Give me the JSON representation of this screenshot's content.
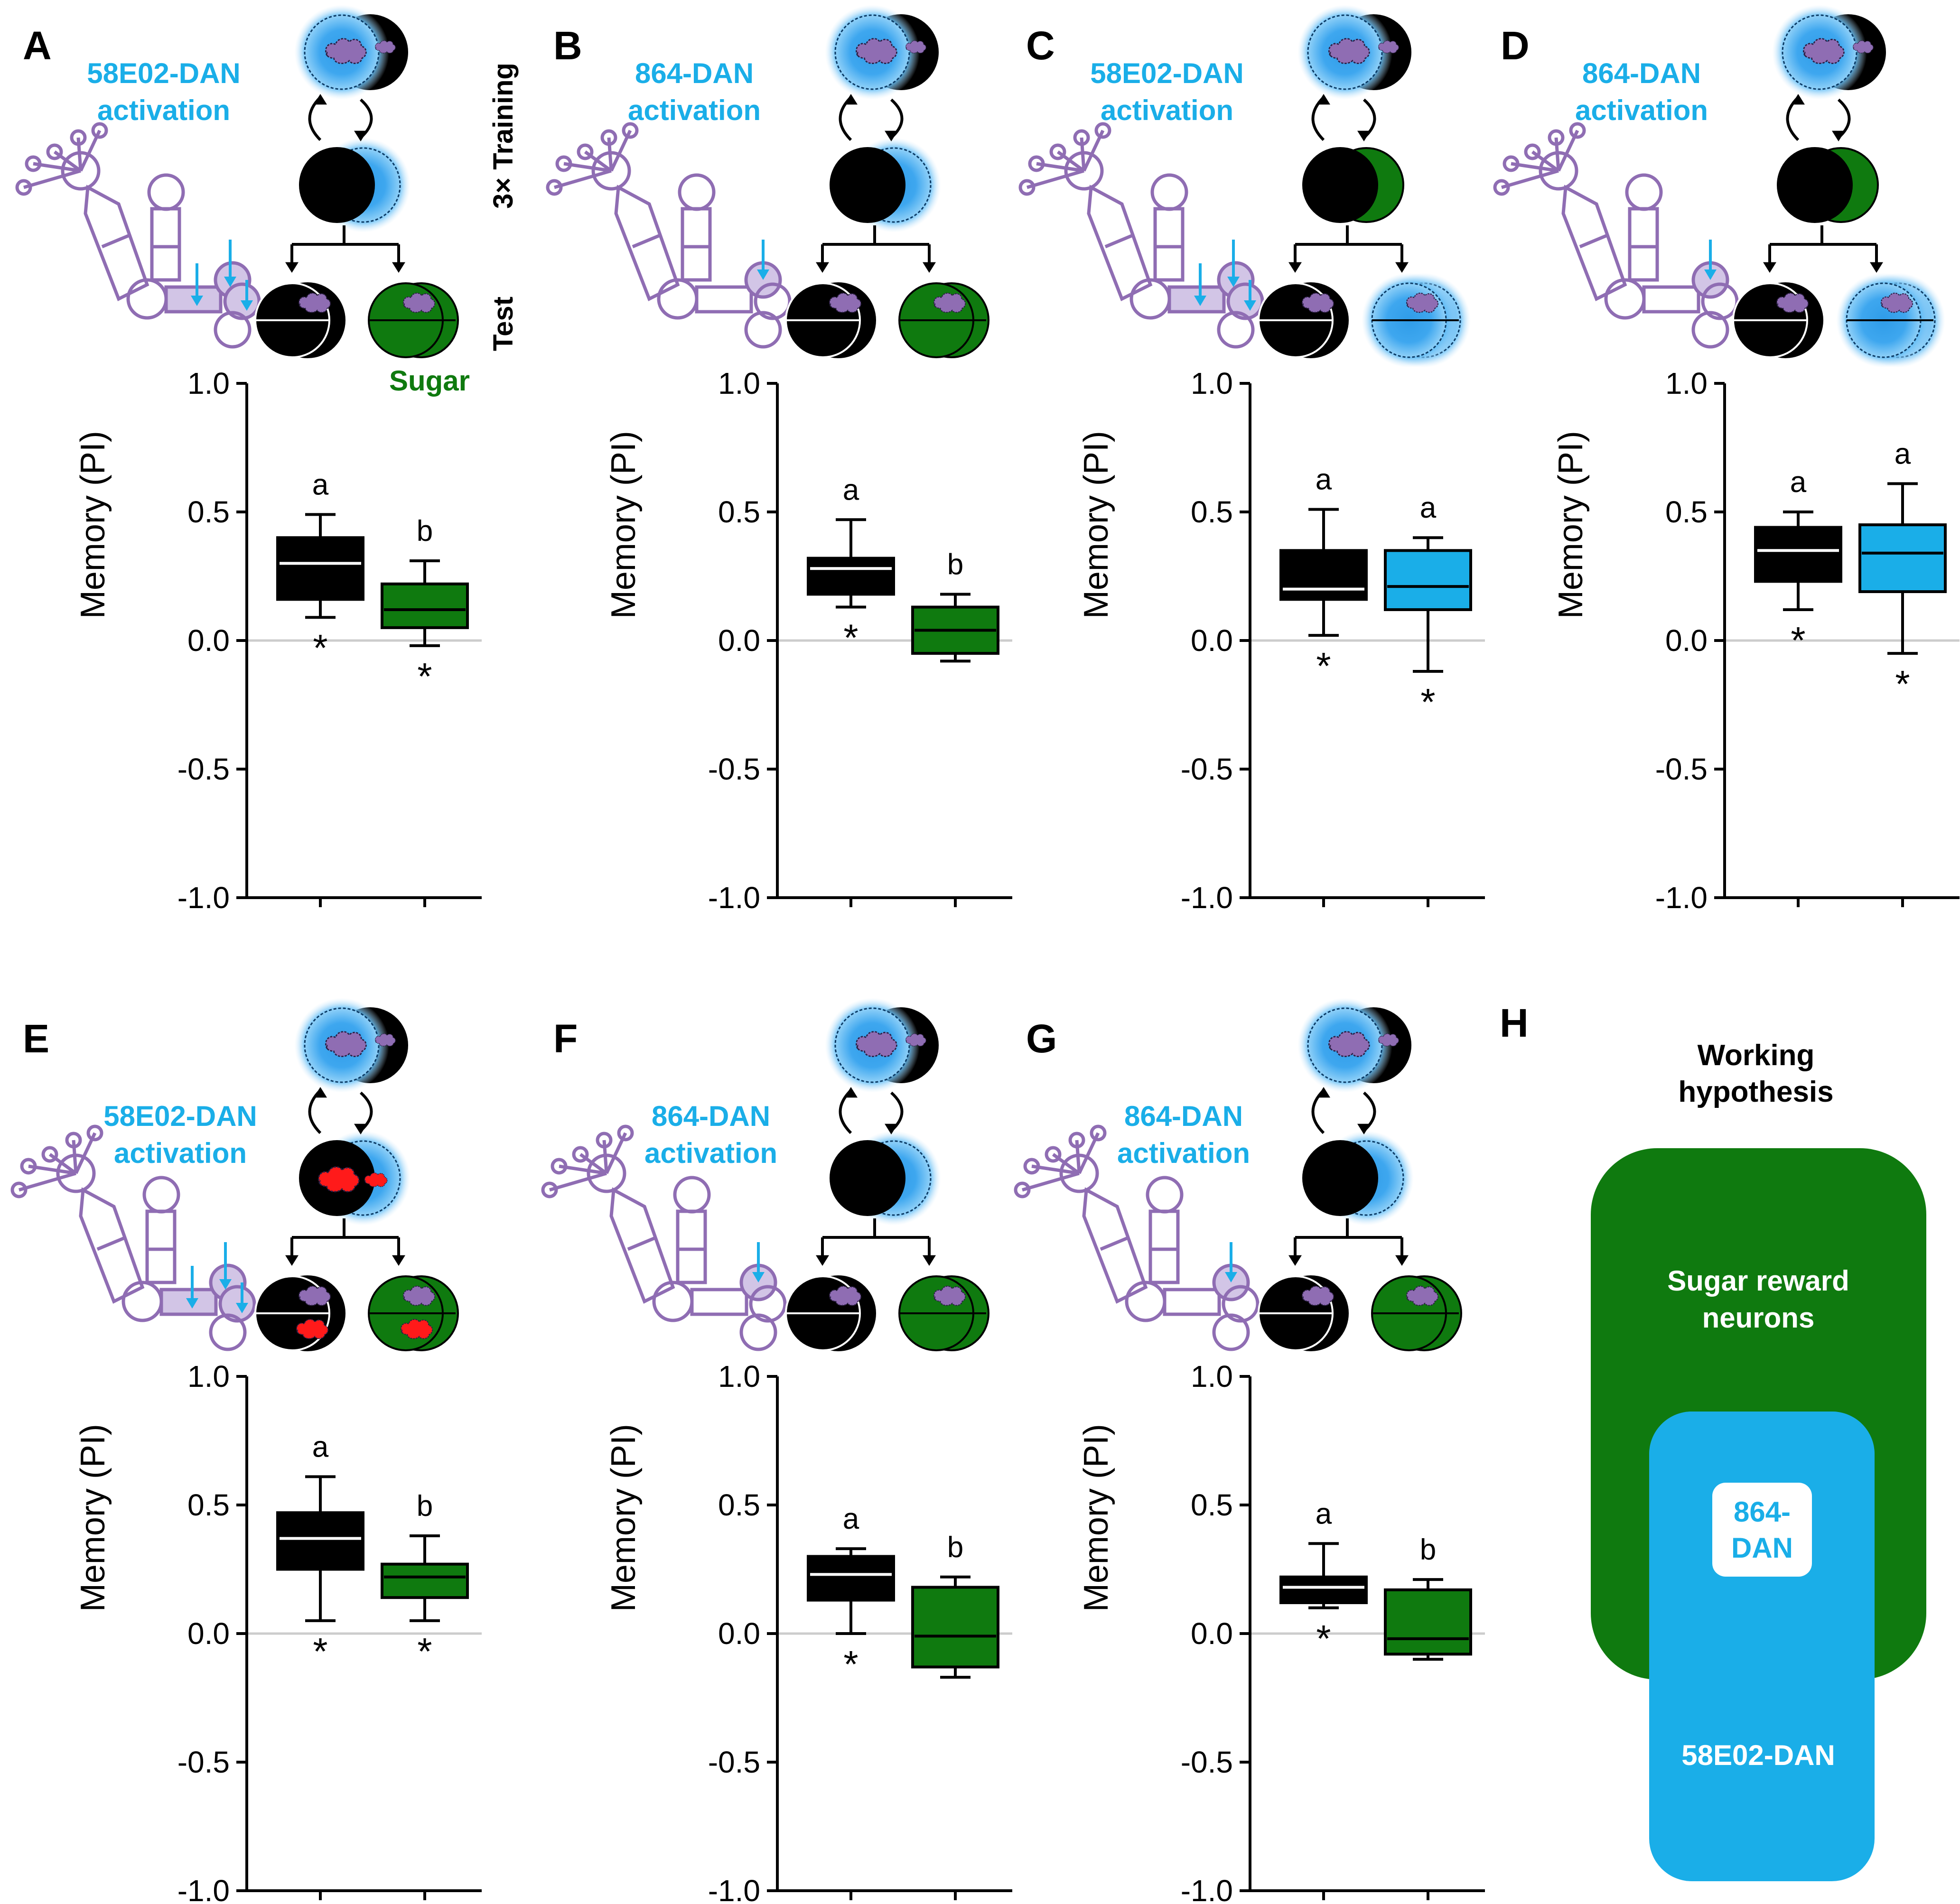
{
  "figure": {
    "training_label": "3× Training",
    "test_label": "Test",
    "sugar_label": "Sugar",
    "colors": {
      "green": "#0f7a0f",
      "blue": "#1aaee8",
      "black": "#000000",
      "purple": "#8f6db3",
      "red": "#ff1a1a",
      "glow": "#4fb8f5"
    }
  },
  "panels": [
    {
      "letter": "A",
      "title_line1": "58E02-DAN",
      "title_line2": "activation",
      "reinforcer": "green",
      "odor_b": "purple",
      "arrows": 3,
      "show_training_label": true,
      "show_sugar_label": true
    },
    {
      "letter": "B",
      "title_line1": "864-DAN",
      "title_line2": "activation",
      "reinforcer": "green",
      "odor_b": "purple",
      "arrows": 1
    },
    {
      "letter": "C",
      "title_line1": "58E02-DAN",
      "title_line2": "activation",
      "reinforcer": "blue",
      "odor_b": "purple",
      "arrows": 3
    },
    {
      "letter": "D",
      "title_line1": "864-DAN",
      "title_line2": "activation",
      "reinforcer": "blue",
      "odor_b": "purple",
      "arrows": 1
    },
    {
      "letter": "E",
      "title_line1": "58E02-DAN",
      "title_line2": "activation",
      "reinforcer": "green",
      "odor_b": "red",
      "arrows": 3
    },
    {
      "letter": "F",
      "title_line1": "864-DAN",
      "title_line2": "activation",
      "reinforcer": "green",
      "odor_b": "purple",
      "arrows": 1
    },
    {
      "letter": "G",
      "title_line1": "864-DAN",
      "title_line2": "activation",
      "reinforcer": "green",
      "odor_b": "purple",
      "arrows": 1
    }
  ],
  "chart_data": [
    {
      "panel": "A",
      "type": "box",
      "ylabel": "Memory (PI)",
      "ylim": [
        -1.0,
        1.0
      ],
      "yticks": [
        "1.0",
        "0.5",
        "0.0",
        "-0.5",
        "-1.0"
      ],
      "boxes": [
        {
          "color": "black",
          "whisker_low": 0.09,
          "q1": 0.16,
          "median": 0.3,
          "q3": 0.4,
          "whisker_high": 0.49,
          "letter": "a",
          "star": true
        },
        {
          "color": "green",
          "whisker_low": -0.02,
          "q1": 0.05,
          "median": 0.12,
          "q3": 0.22,
          "whisker_high": 0.31,
          "letter": "b",
          "star": true
        }
      ]
    },
    {
      "panel": "B",
      "type": "box",
      "ylabel": "Memory (PI)",
      "ylim": [
        -1.0,
        1.0
      ],
      "yticks": [
        "1.0",
        "0.5",
        "0.0",
        "-0.5",
        "-1.0"
      ],
      "boxes": [
        {
          "color": "black",
          "whisker_low": 0.13,
          "q1": 0.18,
          "median": 0.28,
          "q3": 0.32,
          "whisker_high": 0.47,
          "letter": "a",
          "star": true
        },
        {
          "color": "green",
          "whisker_low": -0.08,
          "q1": -0.05,
          "median": 0.04,
          "q3": 0.13,
          "whisker_high": 0.18,
          "letter": "b",
          "star": false
        }
      ]
    },
    {
      "panel": "C",
      "type": "box",
      "ylabel": "Memory (PI)",
      "ylim": [
        -1.0,
        1.0
      ],
      "yticks": [
        "1.0",
        "0.5",
        "0.0",
        "-0.5",
        "-1.0"
      ],
      "boxes": [
        {
          "color": "black",
          "whisker_low": 0.02,
          "q1": 0.16,
          "median": 0.2,
          "q3": 0.35,
          "whisker_high": 0.51,
          "letter": "a",
          "star": true
        },
        {
          "color": "blue",
          "whisker_low": -0.12,
          "q1": 0.12,
          "median": 0.21,
          "q3": 0.35,
          "whisker_high": 0.4,
          "letter": "a",
          "star": true
        }
      ]
    },
    {
      "panel": "D",
      "type": "box",
      "ylabel": "Memory (PI)",
      "ylim": [
        -1.0,
        1.0
      ],
      "yticks": [
        "1.0",
        "0.5",
        "0.0",
        "-0.5",
        "-1.0"
      ],
      "boxes": [
        {
          "color": "black",
          "whisker_low": 0.12,
          "q1": 0.23,
          "median": 0.35,
          "q3": 0.44,
          "whisker_high": 0.5,
          "letter": "a",
          "star": true
        },
        {
          "color": "blue",
          "whisker_low": -0.05,
          "q1": 0.19,
          "median": 0.34,
          "q3": 0.45,
          "whisker_high": 0.61,
          "letter": "a",
          "star": true
        }
      ]
    },
    {
      "panel": "E",
      "type": "box",
      "ylabel": "Memory (PI)",
      "ylim": [
        -1.0,
        1.0
      ],
      "yticks": [
        "1.0",
        "0.5",
        "0.0",
        "-0.5",
        "-1.0"
      ],
      "boxes": [
        {
          "color": "black",
          "whisker_low": 0.05,
          "q1": 0.25,
          "median": 0.37,
          "q3": 0.47,
          "whisker_high": 0.61,
          "letter": "a",
          "star": true
        },
        {
          "color": "green",
          "whisker_low": 0.05,
          "q1": 0.14,
          "median": 0.22,
          "q3": 0.27,
          "whisker_high": 0.38,
          "letter": "b",
          "star": true
        }
      ]
    },
    {
      "panel": "F",
      "type": "box",
      "ylabel": "Memory (PI)",
      "ylim": [
        -1.0,
        1.0
      ],
      "yticks": [
        "1.0",
        "0.5",
        "0.0",
        "-0.5",
        "-1.0"
      ],
      "boxes": [
        {
          "color": "black",
          "whisker_low": 0.0,
          "q1": 0.13,
          "median": 0.23,
          "q3": 0.3,
          "whisker_high": 0.33,
          "letter": "a",
          "star": true
        },
        {
          "color": "green",
          "whisker_low": -0.17,
          "q1": -0.13,
          "median": -0.01,
          "q3": 0.18,
          "whisker_high": 0.22,
          "letter": "b",
          "star": false
        }
      ]
    },
    {
      "panel": "G",
      "type": "box",
      "ylabel": "Memory (PI)",
      "ylim": [
        -1.0,
        1.0
      ],
      "yticks": [
        "1.0",
        "0.5",
        "0.0",
        "-0.5",
        "-1.0"
      ],
      "boxes": [
        {
          "color": "black",
          "whisker_low": 0.1,
          "q1": 0.12,
          "median": 0.18,
          "q3": 0.22,
          "whisker_high": 0.35,
          "letter": "a",
          "star": true
        },
        {
          "color": "green",
          "whisker_low": -0.1,
          "q1": -0.08,
          "median": -0.02,
          "q3": 0.17,
          "whisker_high": 0.21,
          "letter": "b",
          "star": false
        }
      ]
    }
  ],
  "panel_h": {
    "letter": "H",
    "title_line1": "Working",
    "title_line2": "hypothesis",
    "sugar_line1": "Sugar reward",
    "sugar_line2": "neurons",
    "inner_line1": "864-",
    "inner_line2": "DAN",
    "outer_label": "58E02-DAN"
  }
}
